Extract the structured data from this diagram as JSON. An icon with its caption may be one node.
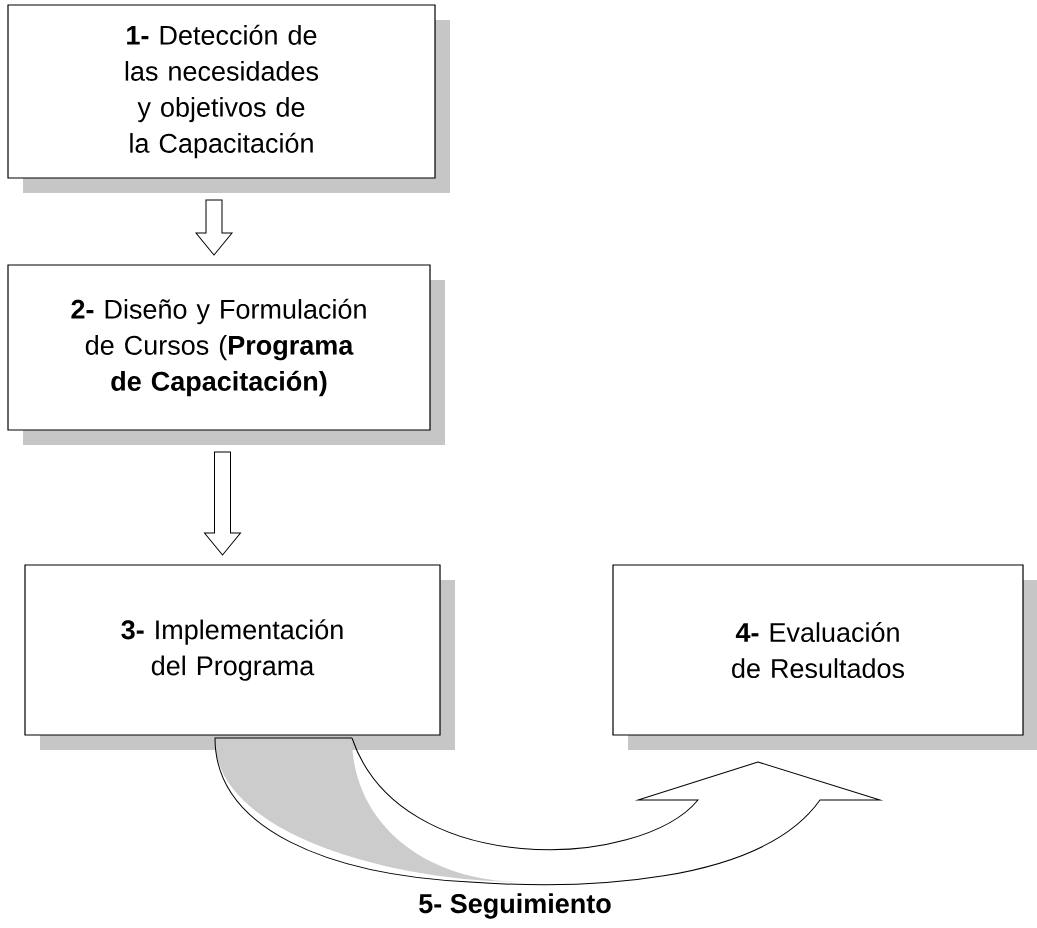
{
  "diagram": {
    "nodes": [
      {
        "text": [
          "**1-** Detección de las necesidades y objetivos de la Capacitación"
        ]
      },
      {
        "text": [
          "**2-** Diseño y Formulación de Cursos (**Programa de Capacitación)**"
        ]
      },
      {
        "text": [
          "**3-** Implementación del Programa"
        ]
      },
      {
        "text": [
          "**4-** Evaluación de Resultados"
        ]
      }
    ],
    "edges": [
      {
        "from": 0,
        "to": 1,
        "arrow": "to"
      },
      {
        "from": 1,
        "to": 2,
        "arrow": "to"
      },
      {
        "from": 2,
        "to": 3,
        "arrow": "to",
        "label": "5- Seguimiento"
      }
    ]
  }
}
